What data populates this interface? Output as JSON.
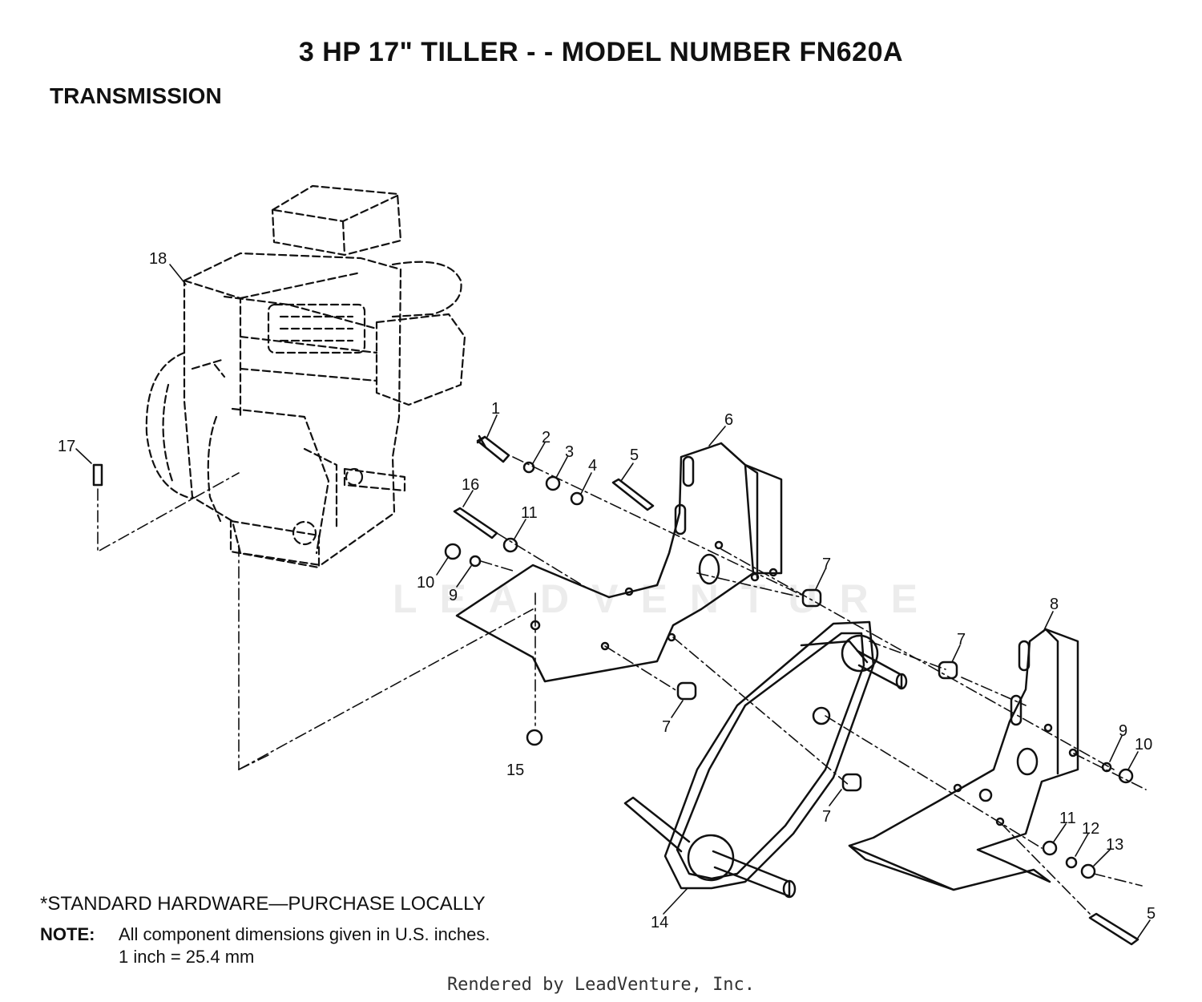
{
  "header": {
    "title": "3 HP  17\" TILLER - - MODEL NUMBER FN620A",
    "section": "TRANSMISSION"
  },
  "watermark": {
    "text": "LEADVENTURE"
  },
  "callouts": [
    {
      "label": "1"
    },
    {
      "label": "2"
    },
    {
      "label": "3"
    },
    {
      "label": "4"
    },
    {
      "label": "5"
    },
    {
      "label": "6"
    },
    {
      "label": "16"
    },
    {
      "label": "11"
    },
    {
      "label": "10"
    },
    {
      "label": "9"
    },
    {
      "label": "7"
    },
    {
      "label": "7"
    },
    {
      "label": "7"
    },
    {
      "label": "7"
    },
    {
      "label": "8"
    },
    {
      "label": "9"
    },
    {
      "label": "10"
    },
    {
      "label": "11"
    },
    {
      "label": "12"
    },
    {
      "label": "13"
    },
    {
      "label": "5"
    },
    {
      "label": "14"
    },
    {
      "label": "17"
    },
    {
      "label": "18"
    },
    {
      "label": "15"
    }
  ],
  "footnotes": {
    "standard_hardware": "*STANDARD HARDWARE—PURCHASE LOCALLY",
    "note_label": "NOTE:",
    "note_line1": "All component dimensions given in U.S. inches.",
    "note_line2": "1 inch = 25.4 mm"
  },
  "footer": {
    "text": "Rendered by LeadVenture, Inc."
  }
}
